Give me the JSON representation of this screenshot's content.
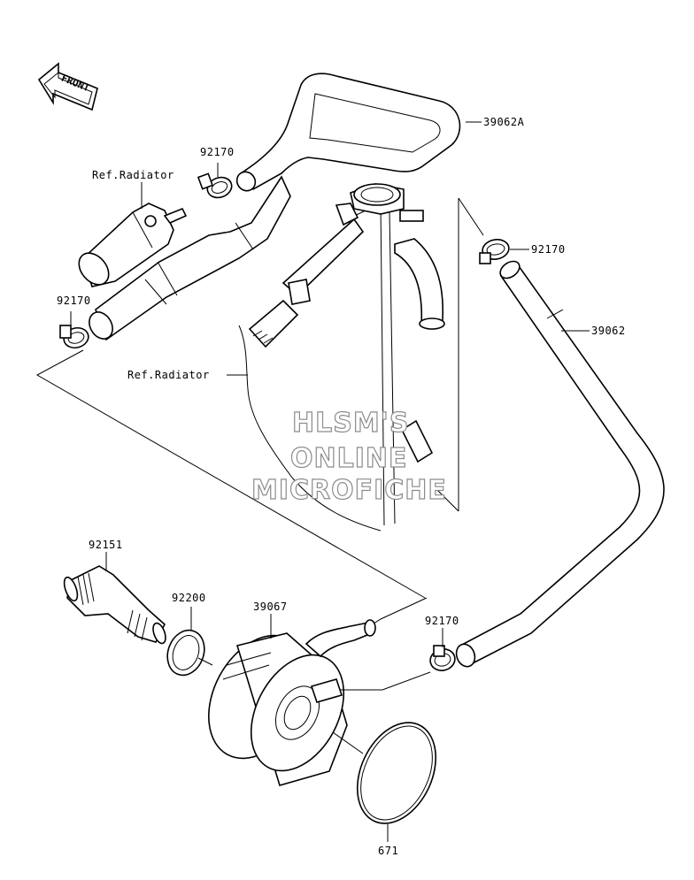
{
  "front_arrow": {
    "label": "FRONT"
  },
  "watermark": {
    "line1": "HLSM'S",
    "line2": "ONLINE",
    "line3": "MICROFICHE"
  },
  "labels": {
    "hose_39062A": "39062A",
    "clamp_92170_top": "92170",
    "ref_radiator_upper": "Ref.Radiator",
    "clamp_92170_left": "92170",
    "ref_radiator_lower": "Ref.Radiator",
    "clamp_92170_right": "92170",
    "hose_39062": "39062",
    "bolt_92151": "92151",
    "washer_92200": "92200",
    "oil_cooler_39067": "39067",
    "clamp_92170_bottom": "92170",
    "oring_671": "671"
  }
}
